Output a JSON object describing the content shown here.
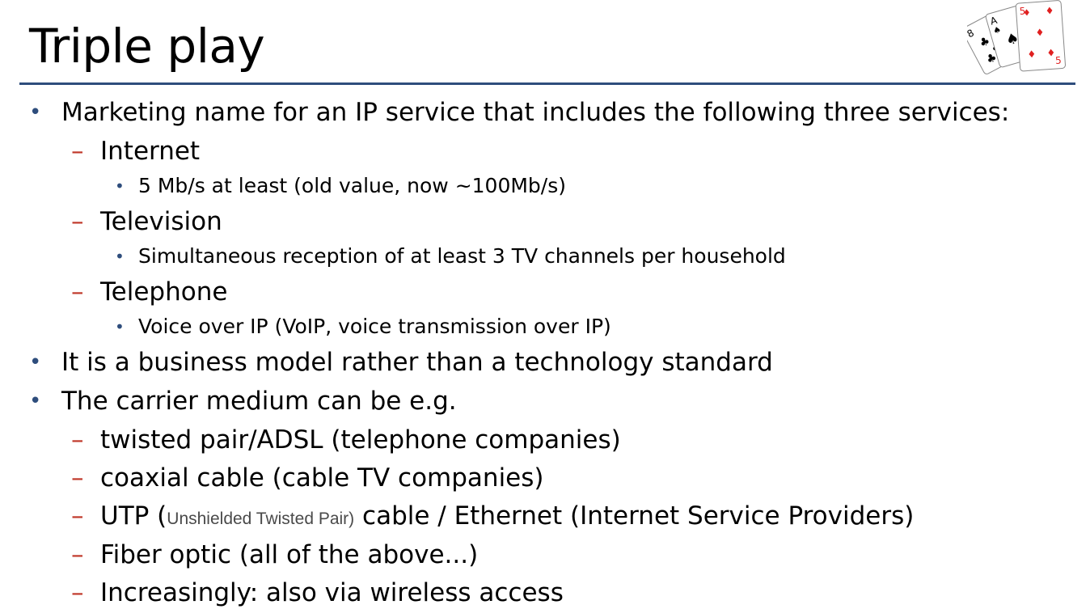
{
  "slide": {
    "title": "Triple play",
    "accent_color": "#2e4d7c",
    "bullet_color": "#2e4d7c",
    "dash_color": "#c0392b",
    "decorative_image": "playing-cards-icon"
  },
  "bullets": [
    {
      "level": 1,
      "marker": "•",
      "text": "Marketing name for an IP service that includes the following three services:"
    },
    {
      "level": 2,
      "marker": "–",
      "text": "Internet"
    },
    {
      "level": 3,
      "marker": "•",
      "text": "5 Mb/s at least (old value, now ~100Mb/s)"
    },
    {
      "level": 2,
      "marker": "–",
      "text": "Television"
    },
    {
      "level": 3,
      "marker": "•",
      "text": "Simultaneous reception of at least 3 TV channels per household"
    },
    {
      "level": 2,
      "marker": "–",
      "text": "Telephone"
    },
    {
      "level": 3,
      "marker": "•",
      "text": "Voice over IP (VoIP, voice transmission over IP)"
    },
    {
      "level": 1,
      "marker": "•",
      "text": "It is a business model rather than a technology standard"
    },
    {
      "level": 1,
      "marker": "•",
      "text": "The carrier medium can be e.g."
    },
    {
      "level": 2,
      "marker": "–",
      "text": "twisted pair/ADSL (telephone companies)"
    },
    {
      "level": 2,
      "marker": "–",
      "text": "coaxial cable (cable TV companies)"
    },
    {
      "level": 2,
      "marker": "–",
      "text_before": "UTP (",
      "text_small": "Unshielded Twisted Pair)",
      "text_after": " cable / Ethernet (Internet Service Providers)"
    },
    {
      "level": 2,
      "marker": "–",
      "text": "Fiber optic (all of the above...)"
    },
    {
      "level": 2,
      "marker": "–",
      "text": "Increasingly: also via wireless access"
    }
  ]
}
